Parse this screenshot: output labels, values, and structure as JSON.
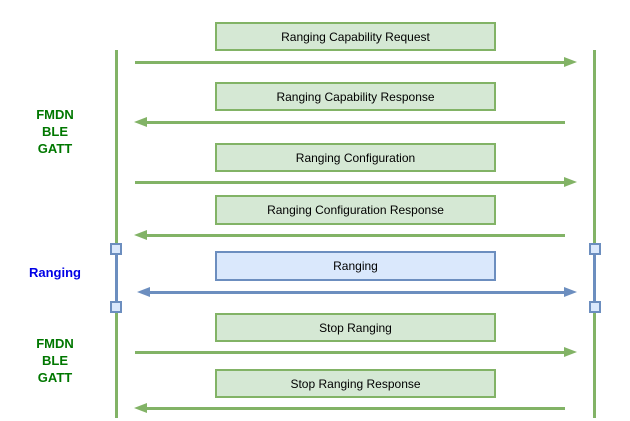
{
  "diagram_type": "sequence-diagram",
  "phase_labels": [
    {
      "id": "fmdn-ble-gatt-top",
      "lines": [
        "FMDN",
        "BLE",
        "GATT"
      ],
      "color": "#007700"
    },
    {
      "id": "ranging",
      "lines": [
        "Ranging"
      ],
      "color": "#0000e6"
    },
    {
      "id": "fmdn-ble-gatt-bottom",
      "lines": [
        "FMDN",
        "BLE",
        "GATT"
      ],
      "color": "#007700"
    }
  ],
  "messages": [
    {
      "label": "Ranging Capability Request",
      "direction": "right",
      "scheme": "green"
    },
    {
      "label": "Ranging Capability Response",
      "direction": "left",
      "scheme": "green"
    },
    {
      "label": "Ranging Configuration",
      "direction": "right",
      "scheme": "green"
    },
    {
      "label": "Ranging Configuration Response",
      "direction": "left",
      "scheme": "green"
    },
    {
      "label": "Ranging",
      "direction": "bidirectional",
      "scheme": "blue"
    },
    {
      "label": "Stop Ranging",
      "direction": "right",
      "scheme": "green"
    },
    {
      "label": "Stop Ranging Response",
      "direction": "left",
      "scheme": "green"
    }
  ],
  "colors": {
    "green_box_fill": "#d5e8d4",
    "green_stroke": "#82b366",
    "blue_box_fill": "#dae8fc",
    "blue_stroke": "#6c8ebf",
    "green_label_text": "#007700",
    "blue_label_text": "#0000e6",
    "message_text": "#000000",
    "background": "#ffffff"
  }
}
